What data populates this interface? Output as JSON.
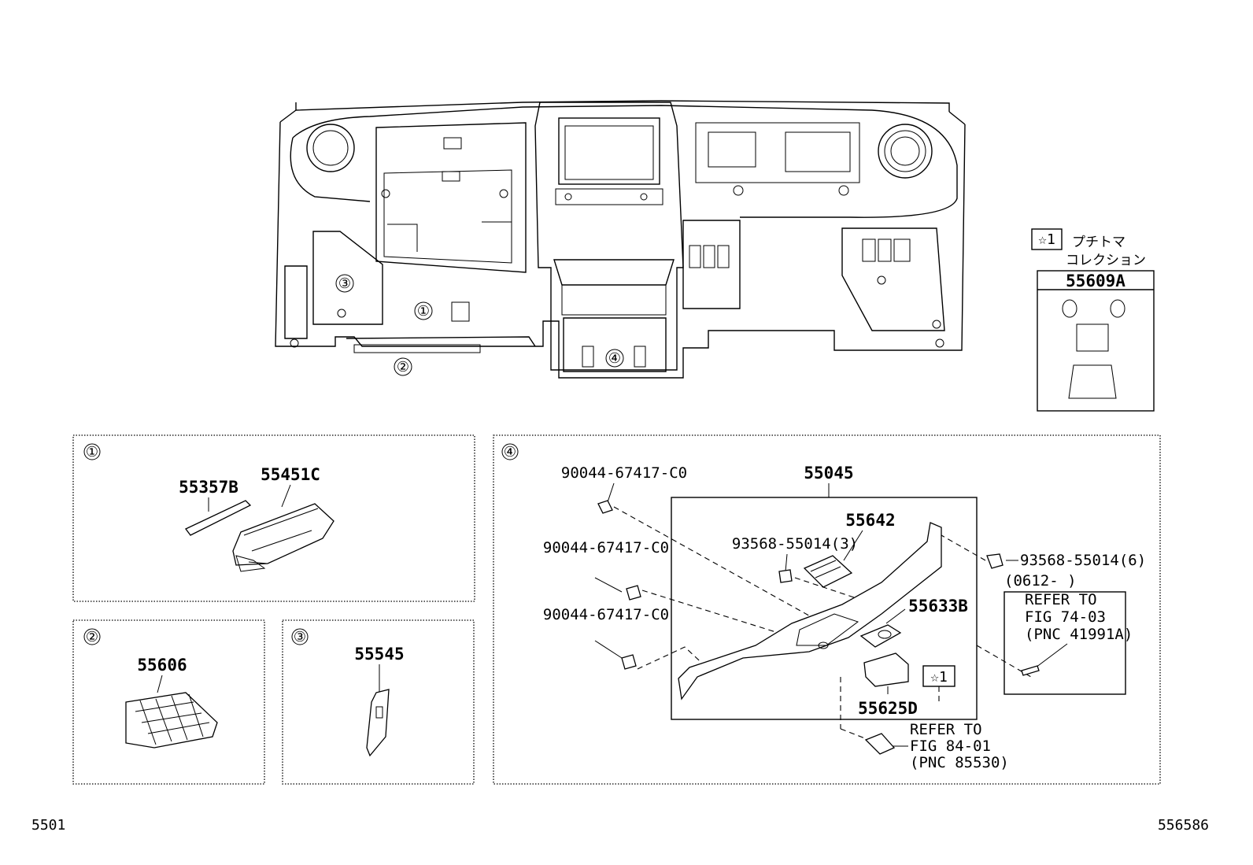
{
  "legend": {
    "symbol": "☆1",
    "japanese_line1": "プチトマ",
    "japanese_line2": "コレクション",
    "part": "55609A"
  },
  "overview_callouts": [
    "①",
    "②",
    "③",
    "④"
  ],
  "panel1": {
    "number": "①",
    "parts": [
      "55357B",
      "55451C"
    ]
  },
  "panel2": {
    "number": "②",
    "parts": [
      "55606"
    ]
  },
  "panel3": {
    "number": "③",
    "parts": [
      "55545"
    ]
  },
  "panel4": {
    "number": "④",
    "assembly": "55045",
    "bolt_a": "90044-67417-C0",
    "bolt_b": "90044-67417-C0",
    "bolt_c": "90044-67417-C0",
    "clip_inner": "93568-55014(3)",
    "clip_outer": "93568-55014(6)",
    "part_55642": "55642",
    "part_55633b": "55633B",
    "part_55625d": "55625D",
    "star_ref": "☆1",
    "date_note": "(0612-    )",
    "refer1": [
      "REFER TO",
      "FIG 74-03",
      "(PNC 41991A)"
    ],
    "refer2": [
      "REFER TO",
      "FIG 84-01",
      "(PNC 85530)"
    ]
  },
  "footer": {
    "left": "5501",
    "right": "556586"
  }
}
